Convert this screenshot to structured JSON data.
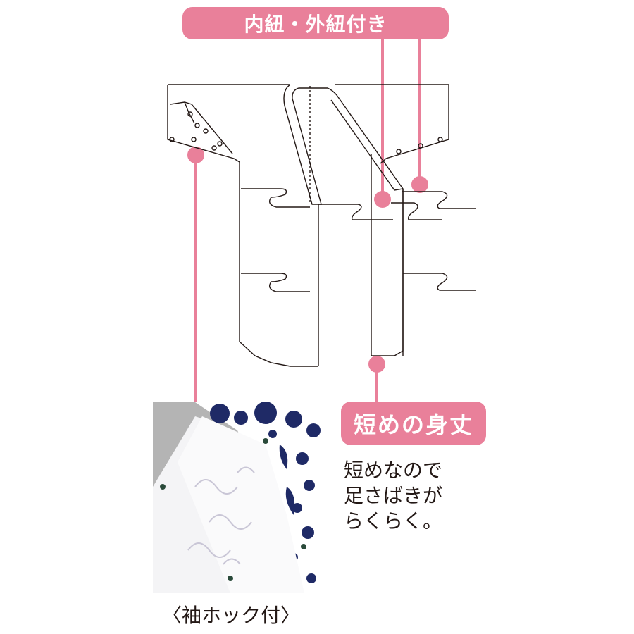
{
  "labels": {
    "ties": "内紐・外紐付き",
    "short_length": "短めの身丈",
    "description_lines": [
      "短めなので",
      "足さばきが",
      "らくらく。"
    ],
    "sleeve_hook": "〈袖ホック付〉"
  },
  "colors": {
    "accent_pink": "#e9809a",
    "text_dark": "#231815",
    "line": "#231815",
    "fabric_navy": "#1f2a66",
    "photo_bg": "#b4b4b4"
  }
}
